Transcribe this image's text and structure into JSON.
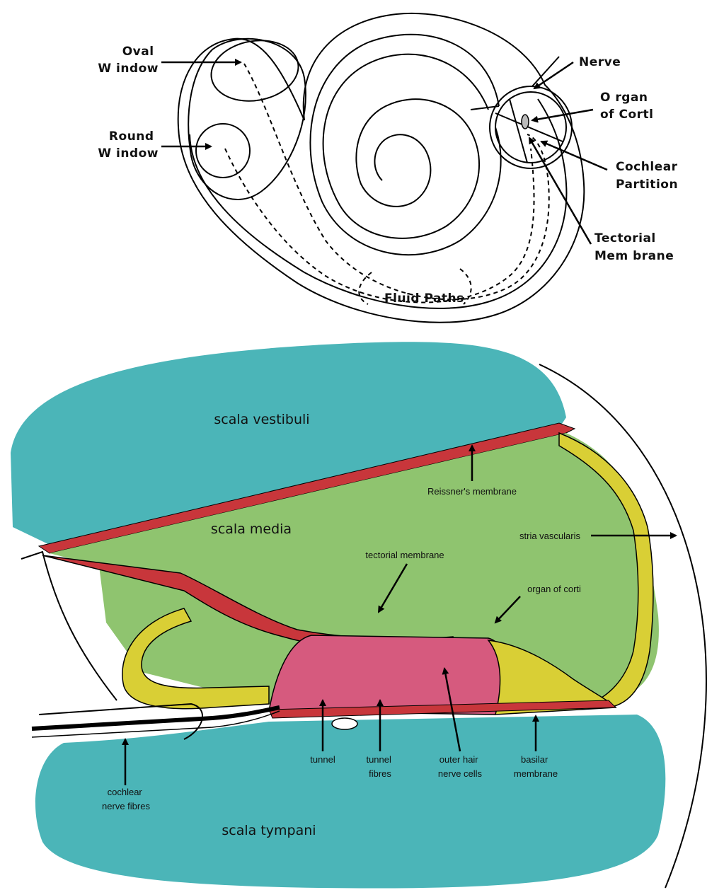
{
  "colors": {
    "scala_fill": "#4bb5b8",
    "media_fill": "#8fc46f",
    "membrane_fill": "#c8363b",
    "organ_fill": "#d65a7e",
    "cell_fill": "#d9cf35",
    "outline": "#000000"
  },
  "top_diagram": {
    "labels": {
      "oval_window": [
        "Oval",
        "W indow"
      ],
      "round_window": [
        "Round",
        "W indow"
      ],
      "nerve": [
        "Nerve"
      ],
      "organ_of_corti": [
        "O rgan",
        "of Cortl"
      ],
      "cochlear_partition": [
        "Cochlear",
        "Partition"
      ],
      "tectorial_membrane": [
        "Tectorial",
        "Mem brane"
      ],
      "fluid_paths": [
        "Fluid Paths"
      ]
    }
  },
  "bottom_diagram": {
    "labels": {
      "scala_vestibuli": "scala vestibuli",
      "reissners_membrane": "Reissner's membrane",
      "scala_media": "scala media",
      "stria_vascularis": "stria vascularis",
      "tectorial_membrane": "tectorial membrane",
      "organ_of_corti": "organ of corti",
      "tunnel": "tunnel",
      "tunnel_fibres": [
        "tunnel",
        "fibres"
      ],
      "outer_hair_nerve_cells": [
        "outer hair",
        "nerve cells"
      ],
      "basilar_membrane": [
        "basilar",
        "membrane"
      ],
      "cochlear_nerve_fibres": [
        "cochlear",
        "nerve fibres"
      ],
      "scala_tympani": "scala tympani"
    }
  }
}
